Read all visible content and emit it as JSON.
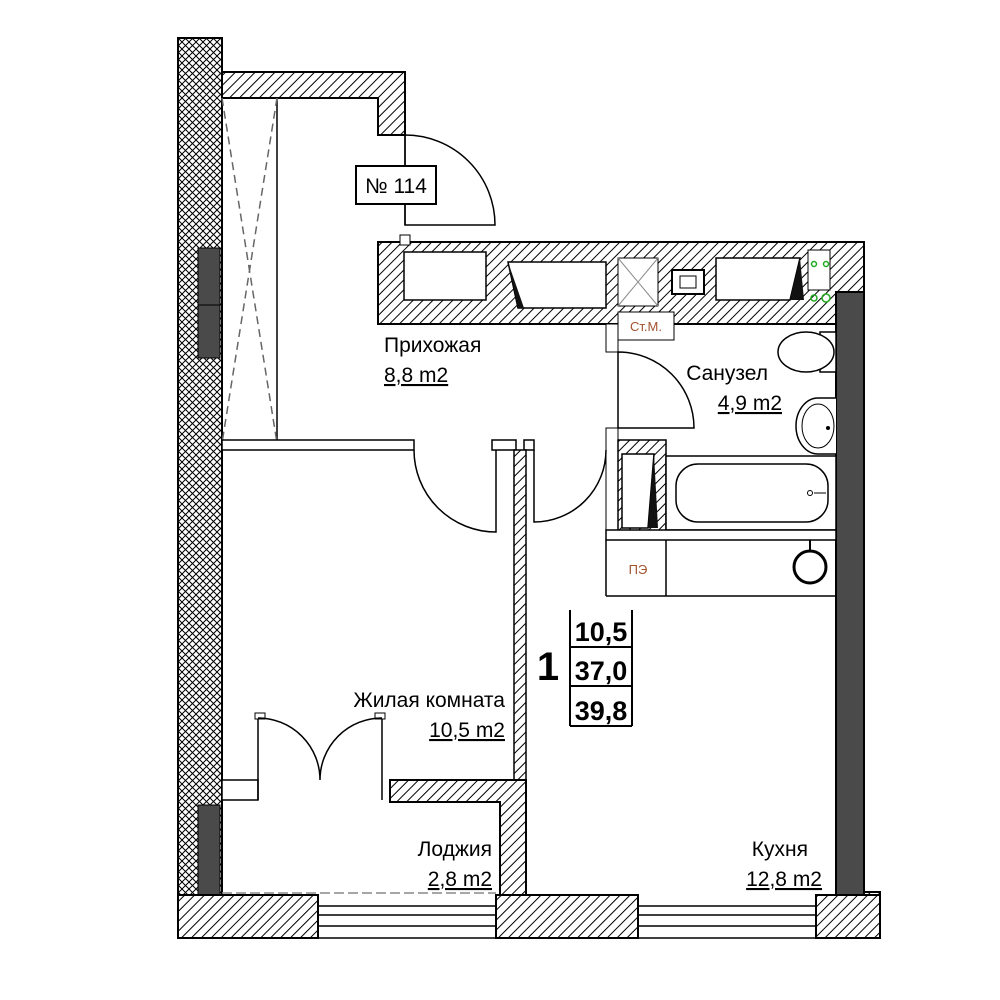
{
  "apartment": {
    "number_label": "№ 114",
    "rooms_count": "1",
    "summary": [
      "10,5",
      "37,0",
      "39,8"
    ]
  },
  "rooms": {
    "hallway": {
      "name": "Прихожая",
      "area": "8,8 m2"
    },
    "bathroom": {
      "name": "Санузел",
      "area": "4,9 m2"
    },
    "living": {
      "name": "Жилая комната",
      "area": "10,5 m2"
    },
    "loggia": {
      "name": "Лоджия",
      "area": "2,8 m2"
    },
    "kitchen": {
      "name": "Кухня",
      "area": "12,8 m2"
    }
  },
  "markers": {
    "shaft": "Ст.М.",
    "panel": "ПЭ"
  },
  "colors": {
    "line": "#000000",
    "dark_wall": "#4a4a4a",
    "marker_text": "#a0522d",
    "pipe": "#22aa22"
  }
}
